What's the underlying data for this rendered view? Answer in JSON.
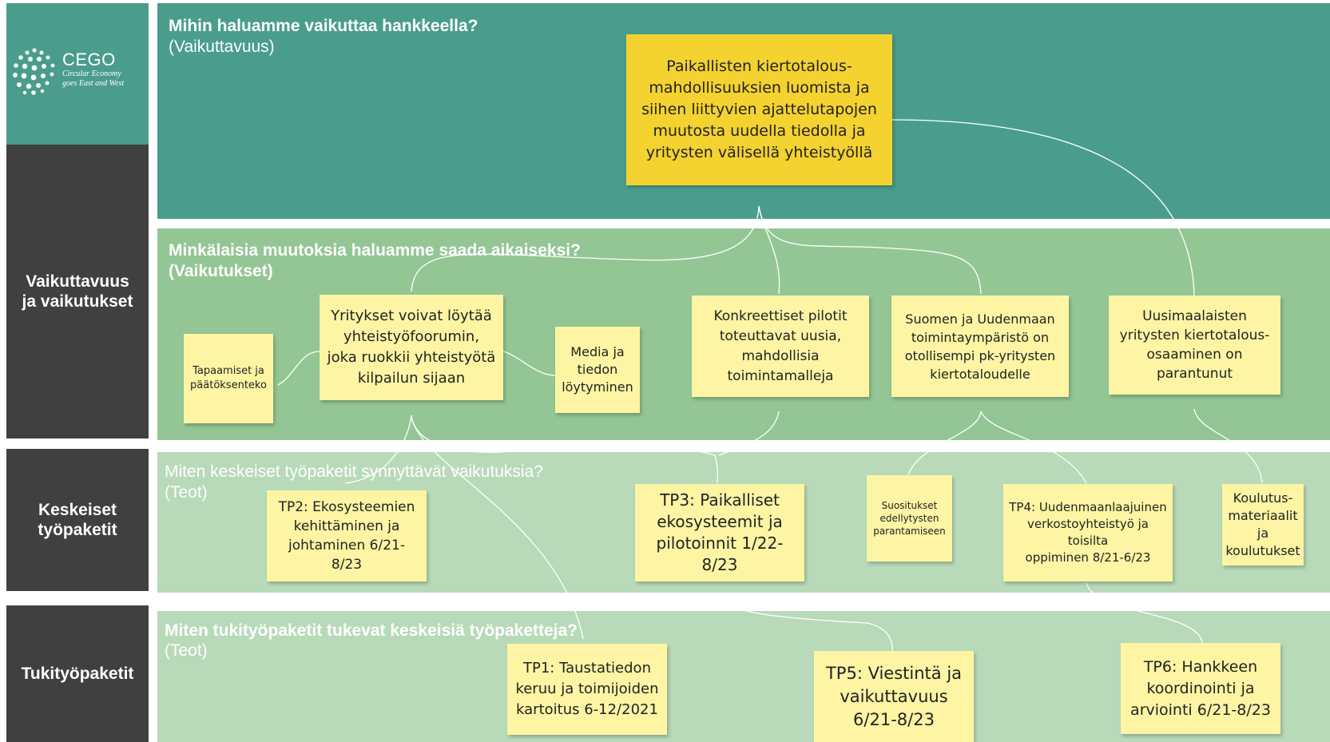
{
  "logo": {
    "name": "CEGO",
    "tagline_line1": "Circular Economy",
    "tagline_line2": "goes East and West"
  },
  "sidebar": [
    {
      "label": "Vaikuttavuus\nja vaikutukset"
    },
    {
      "label": "Keskeiset\ntyöpaketit"
    },
    {
      "label": "Tukityöpaketit"
    }
  ],
  "bands": [
    {
      "title": "Mihin haluamme vaikuttaa hankkeella?",
      "subtitle": "(Vaikuttavuus)",
      "color": "#4a9d8d"
    },
    {
      "title": "Minkälaisia muutoksia haluamme saada aikaiseksi?",
      "subtitle": "(Vaikutukset)",
      "color": "#93c694"
    },
    {
      "title": "Miten keskeiset työpaketit synnyttävät vaikutuksia?",
      "subtitle": "(Teot)",
      "color": "#b8dab9"
    },
    {
      "title": "Miten tukityöpaketit tukevat keskeisiä työpaketteja?",
      "subtitle": "(Teot)",
      "color": "#b8dab9"
    }
  ],
  "goal_note": "Paikallisten kiertotalous-\nmahdollisuuksien luomista ja\nsiihen liittyvien ajattelutapojen\nmuutosta uudella tiedolla ja\nyritysten välisellä yhteistyöllä",
  "impact_notes": [
    "Tapaamiset ja\npäätöksenteko",
    "Yritykset voivat löytää\nyhteistyöfoorumin,\njoka ruokkii yhteistyötä\nkilpailun sijaan",
    "Media ja\ntiedon\nlöytyminen",
    "Konkreettiset pilotit\ntoteuttavat uusia,\nmahdollisia\ntoimintamalleja",
    "Suomen ja Uudenmaan\ntoimintaympäristö on\notollisempi pk-yritysten\nkiertotaloudelle",
    "Uusimaalaisten\nyritysten kiertotalous-\nosaaminen on\nparantunut"
  ],
  "core_notes": [
    "TP2: Ekosysteemien\nkehittäminen ja\njohtaminen 6/21-8/23",
    "TP3: Paikalliset\nekosysteemit ja\npilotoinnit 1/22-8/23",
    "Suositukset\nedellytysten\nparantamiseen",
    "TP4: Uudenmaanlaajuinen\nverkostoyhteistyö ja toisilta\noppiminen 8/21-6/23",
    "Koulutus-\nmateriaalit\nja\nkoulutukset"
  ],
  "support_notes": [
    "TP1: Taustatiedon\nkeruu ja toimijoiden\nkartoitus 6-12/2021",
    "TP5: Viestintä ja\nvaikuttavuus\n6/21-8/23",
    "TP6: Hankkeen\nkoordinointi ja\narviointi 6/21-8/23"
  ]
}
